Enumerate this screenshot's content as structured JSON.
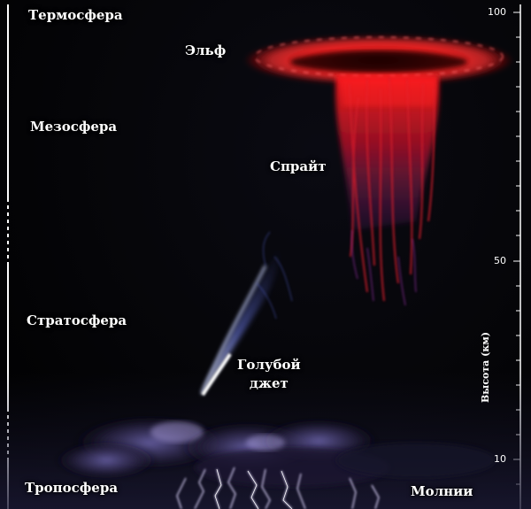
{
  "layers": {
    "thermosphere": "Термосфера",
    "mesosphere": "Мезосфера",
    "stratosphere": "Стратосфера",
    "troposphere": "Тропосфера"
  },
  "phenomena": {
    "elf": "Эльф",
    "sprite": "Спрайт",
    "blue_jet_line1": "Голубой",
    "blue_jet_line2": "джет",
    "lightning": "Молнии"
  },
  "axis": {
    "title": "Высота (км)",
    "ticks": [
      "100",
      "50",
      "10"
    ]
  },
  "colors": {
    "elf": "#ff2a2a",
    "sprite": "#d0202a",
    "sprite_tail": "#7a2a8a",
    "blue_jet": "#8a9cff",
    "lightning": "#d8d0ff",
    "text": "#ffffff"
  }
}
